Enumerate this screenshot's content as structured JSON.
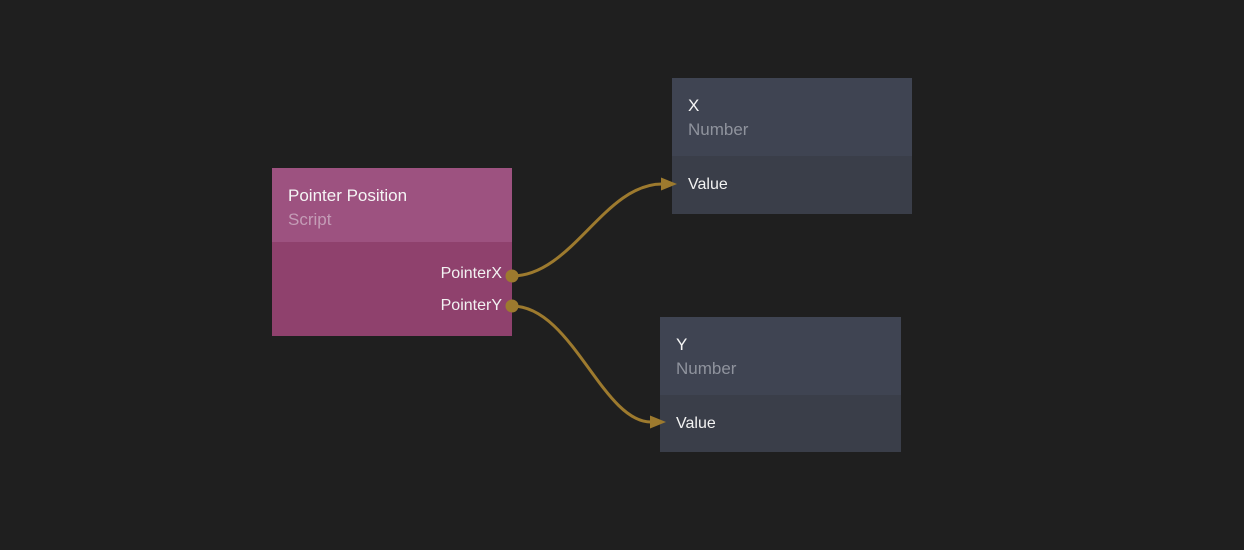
{
  "canvas": {
    "background": "#1f1f1f"
  },
  "colors": {
    "canvas_bg": "#1f1f1f",
    "wire": "#9d7a2e",
    "script_header": "#9d5280",
    "script_body": "#8f416d",
    "number_header": "#3f4452",
    "number_body": "#3a3e49",
    "title_text": "#f5f5f5",
    "subtitle_script": "#c49cb6",
    "subtitle_number": "#8f939d"
  },
  "nodes": [
    {
      "title": "Pointer Position",
      "subtitle": "Script",
      "outputs": [
        {
          "label": "PointerX"
        },
        {
          "label": "PointerY"
        }
      ]
    },
    {
      "title": "X",
      "subtitle": "Number",
      "inputs": [
        {
          "label": "Value"
        }
      ]
    },
    {
      "title": "Y",
      "subtitle": "Number",
      "inputs": [
        {
          "label": "Value"
        }
      ]
    }
  ],
  "connections": [
    {
      "from_node": "Pointer Position",
      "from_port": "PointerX",
      "to_node": "X",
      "to_port": "Value"
    },
    {
      "from_node": "Pointer Position",
      "from_port": "PointerY",
      "to_node": "Y",
      "to_port": "Value"
    }
  ]
}
